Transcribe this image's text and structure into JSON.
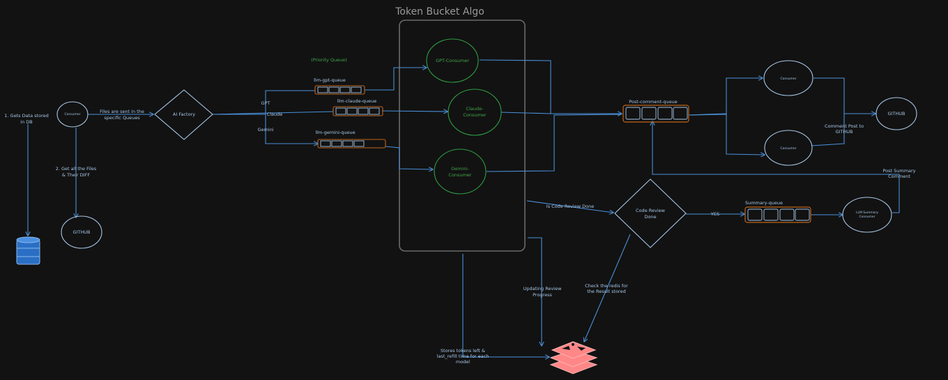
{
  "title": "Token Bucket Algo",
  "nodes": {
    "left_consumer": "Consumer",
    "ai_factory": "AI Factory",
    "github_left": "GITHUB",
    "gpt_consumer": "GPT-Consumer",
    "claude_consumer": [
      "Claude-",
      "Consumer"
    ],
    "gemini_consumer": [
      "Gemini-",
      "Consumer"
    ],
    "consumer_top": "Consumer",
    "consumer_bottom": "Consumer",
    "github_right": "GITHUB",
    "code_review_done": [
      "Code Review",
      "Done"
    ],
    "llm_summary_consumer": [
      "LLM Summary",
      "Consumer"
    ]
  },
  "queues": {
    "priority_note": "(Priority Queue)",
    "gpt": "llm-gpt-queue",
    "claude": "llm-claude-queue",
    "gemini": "llm-gemini-queue",
    "post_comment": "Post-comment-queue",
    "summary": "Summary-queue"
  },
  "edge_labels": {
    "gets_data": [
      "1. Gets Data stored",
      "in DB"
    ],
    "get_files": [
      "2. Get all the Files",
      "& Their DIFF"
    ],
    "files_sent": [
      "Files are sent in the",
      "specific Queues"
    ],
    "gpt": "GPT",
    "claude": "Claude",
    "gemini": "Gemini",
    "comment_post": [
      "Comment Post to",
      "GITHUB"
    ],
    "post_summary": [
      "Post Summary",
      "Comment"
    ],
    "is_review_done": "Is Code Review Done",
    "yes": "YES",
    "updating_review": [
      "Updating Review",
      "Progress"
    ],
    "check_redis": [
      "Check the redis for",
      "the Result stored"
    ],
    "stores_tokens": [
      "Stores tokens left &",
      "last_refill time for each",
      "model"
    ]
  },
  "colors": {
    "background": "#121212",
    "line": "#4a90d9",
    "node_stroke": "#a7c7e7",
    "consumer_stroke": "#2f9e44",
    "queue_border": "#c0661b",
    "db": "#4a90e2",
    "redis": "#ff8787"
  },
  "icons": {
    "database": "database-icon",
    "redis": "redis-icon"
  }
}
